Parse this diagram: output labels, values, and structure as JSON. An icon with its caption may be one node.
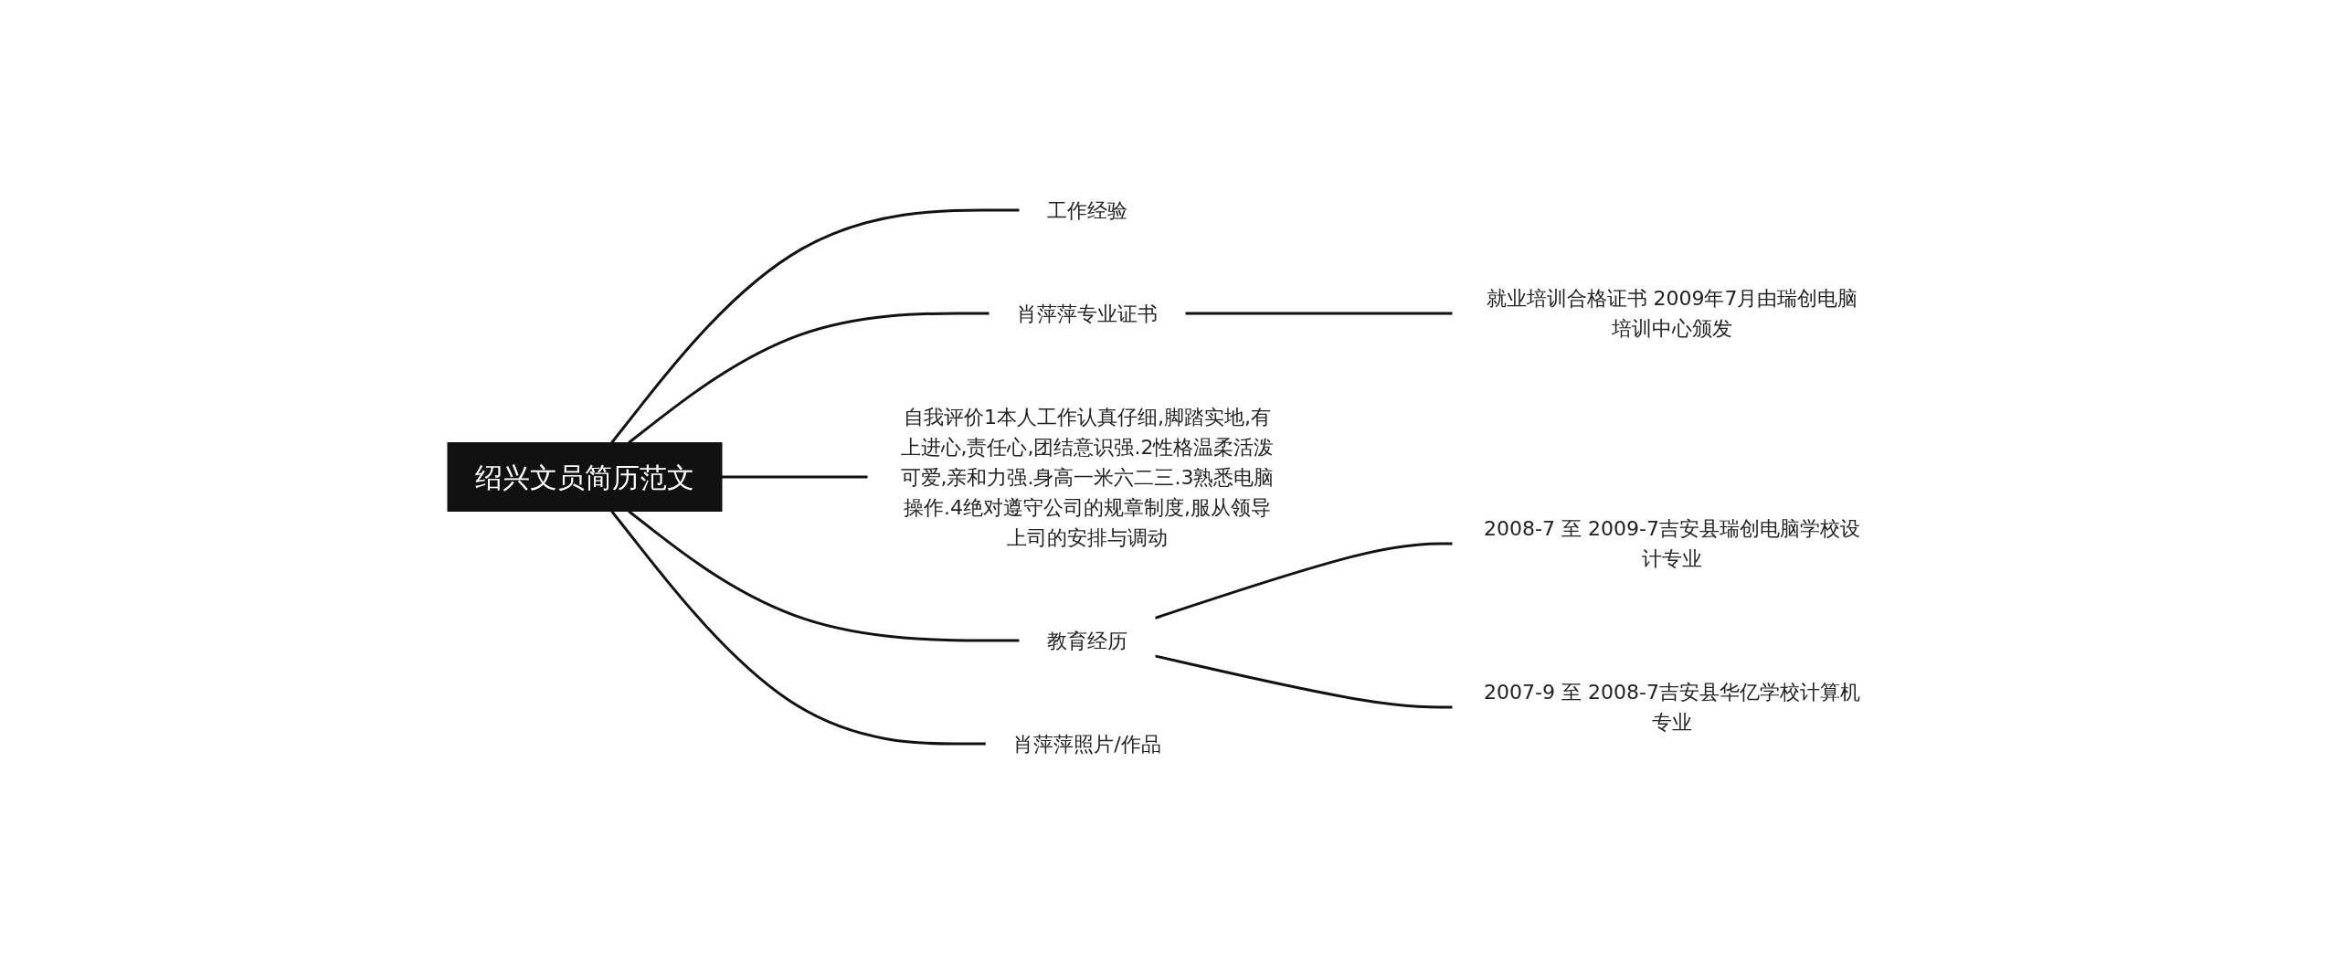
{
  "diagram": {
    "nodes": [
      {
        "text": [
          "绍兴文员简历范文"
        ]
      },
      {
        "text": [
          "工作经验"
        ]
      },
      {
        "text": [
          "肖萍萍专业证书"
        ]
      },
      {
        "text": [
          "就业培训合格证书 2009年7月由瑞创电脑培训中心颁发"
        ]
      },
      {
        "text": [
          "自我评价1本人工作认真仔细,脚踏实地,有上进心,责任心,团结意识强.2性格温柔活泼可爱,亲和力强.身高一米六二三.3熟悉电脑操作.4绝对遵守公司的规章制度,服从领导上司的安排与调动"
        ]
      },
      {
        "text": [
          "教育经历"
        ]
      },
      {
        "text": [
          "2008-7 至 2009-7吉安县瑞创电脑学校设计专业"
        ]
      },
      {
        "text": [
          "2007-9 至 2008-7吉安县华亿学校计算机专业"
        ]
      },
      {
        "text": [
          "肖萍萍照片/作品"
        ]
      }
    ],
    "edges": [
      {
        "from": 0,
        "to": 1,
        "arrow": "none"
      },
      {
        "from": 0,
        "to": 2,
        "arrow": "none"
      },
      {
        "from": 2,
        "to": 3,
        "arrow": "none"
      },
      {
        "from": 0,
        "to": 4,
        "arrow": "none"
      },
      {
        "from": 0,
        "to": 5,
        "arrow": "none"
      },
      {
        "from": 5,
        "to": 6,
        "arrow": "none"
      },
      {
        "from": 5,
        "to": 7,
        "arrow": "none"
      },
      {
        "from": 0,
        "to": 8,
        "arrow": "none"
      }
    ]
  }
}
